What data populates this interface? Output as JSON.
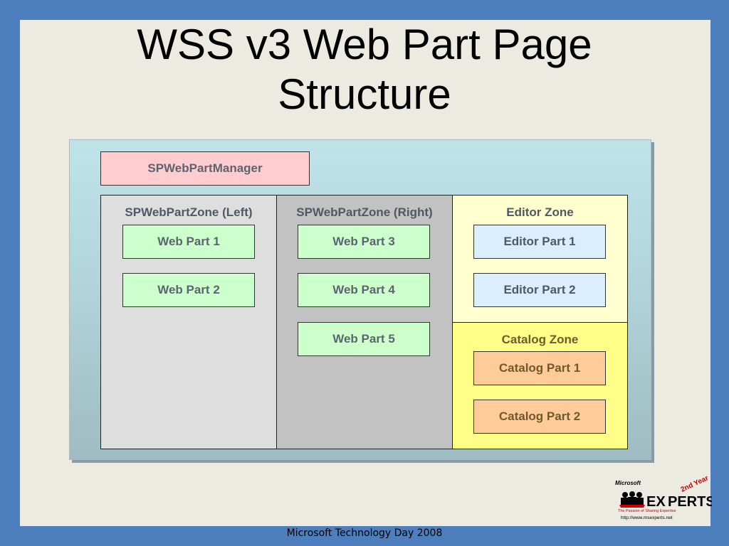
{
  "slide": {
    "title_line1": "WSS v3 Web Part Page",
    "title_line2": "Structure",
    "footer": "Microsoft Technology Day 2008"
  },
  "diagram": {
    "manager_label": "SPWebPartManager",
    "zones": {
      "left": {
        "label": "SPWebPartZone (Left)",
        "parts": [
          "Web Part 1",
          "Web Part 2"
        ]
      },
      "right": {
        "label": "SPWebPartZone (Right)",
        "parts": [
          "Web Part 3",
          "Web Part 4",
          "Web Part 5"
        ]
      },
      "editor": {
        "label": "Editor Zone",
        "parts": [
          "Editor Part 1",
          "Editor Part 2"
        ]
      },
      "catalog": {
        "label": "Catalog Zone",
        "parts": [
          "Catalog Part 1",
          "Catalog Part 2"
        ]
      }
    }
  },
  "logo": {
    "brand": "Microsoft",
    "name_part1": "EX",
    "name_part2": "PERTS",
    "badge": "2nd Year",
    "tagline": "The Passion of Sharing Expertise",
    "url": "http://www.msexperts.net"
  },
  "colors": {
    "frame": "#4d7fbe",
    "slide_background": "#edebe1",
    "manager_fill": "#ffccd0",
    "web_part_fill": "#ccffcc",
    "editor_part_fill": "#daeeff",
    "catalog_part_fill": "#ffcc99",
    "editor_zone_fill": "#ffffd0",
    "catalog_zone_fill": "#ffff88"
  }
}
